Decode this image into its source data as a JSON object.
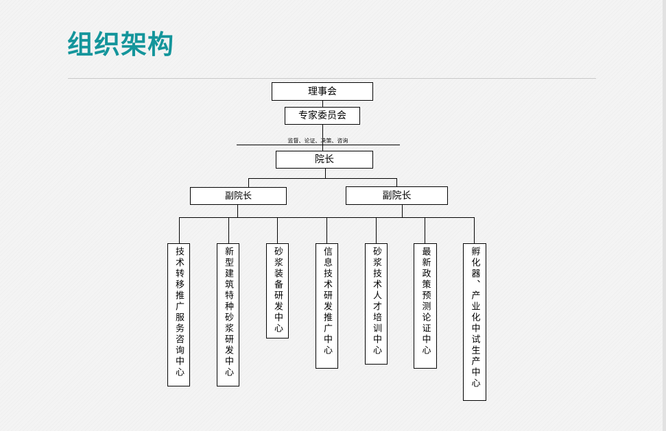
{
  "title": "组织架构",
  "org": {
    "board": "理事会",
    "experts": "专家委员会",
    "duties": "监督、论证、决策、咨询",
    "president": "院长",
    "vp_left": "副院长",
    "vp_right": "副院长",
    "centers": [
      "技术转移推广服务咨询中心",
      "新型建筑特种砂浆研发中心",
      "砂浆装备研发中心",
      "信息技术研发推广中心",
      "砂浆技术人才培训中心",
      "最新政策预测论证中心",
      "孵化器、产业化中试生产中心"
    ]
  }
}
